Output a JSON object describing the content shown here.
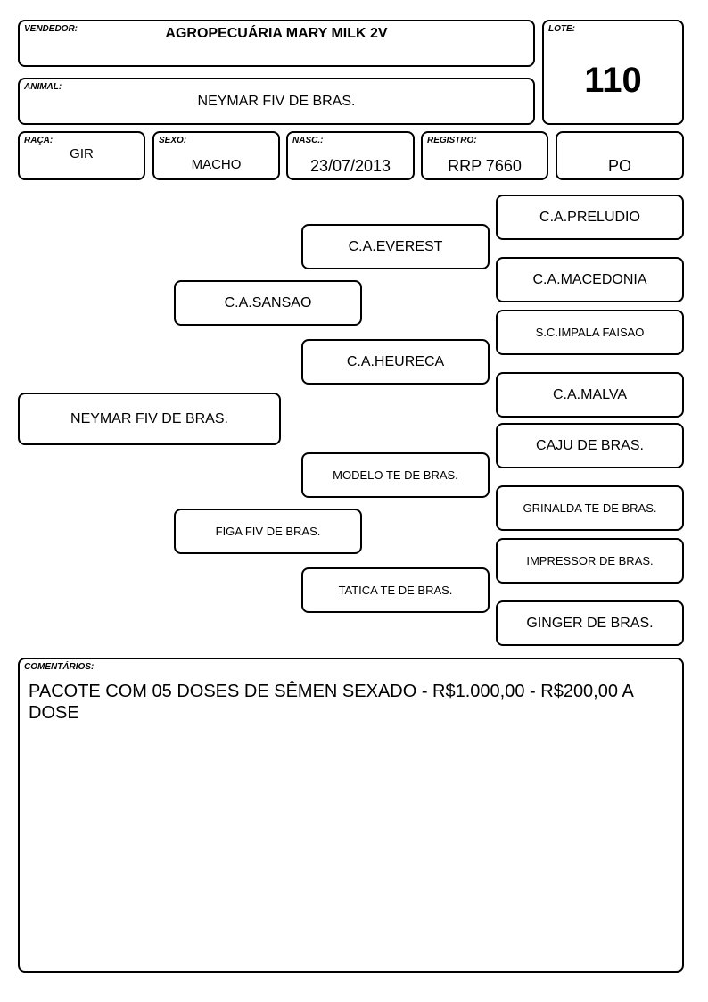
{
  "header": {
    "vendedor_label": "VENDEDOR:",
    "vendedor": "AGROPECUÁRIA MARY MILK 2V",
    "animal_label": "ANIMAL:",
    "animal": "NEYMAR FIV DE BRAS.",
    "lote_label": "LOTE:",
    "lote": "110"
  },
  "info": {
    "raca_label": "RAÇA:",
    "raca": "GIR",
    "sexo_label": "SEXO:",
    "sexo": "MACHO",
    "nasc_label": "NASC.:",
    "nasc": "23/07/2013",
    "registro_label": "REGISTRO:",
    "registro": "RRP 7660",
    "categoria": "PO"
  },
  "pedigree": {
    "animal": "NEYMAR FIV DE BRAS.",
    "pai": "C.A.SANSAO",
    "mae": "FIGA FIV DE BRAS.",
    "avo_paterno": "C.A.EVEREST",
    "avo_paterna": "C.A.HEURECA",
    "avo_materno": "MODELO TE DE BRAS.",
    "avo_materna": "TATICA TE DE BRAS.",
    "bisavos": [
      "C.A.PRELUDIO",
      "C.A.MACEDONIA",
      "S.C.IMPALA FAISAO",
      "C.A.MALVA",
      "CAJU DE BRAS.",
      "GRINALDA TE DE BRAS.",
      "IMPRESSOR DE BRAS.",
      "GINGER DE BRAS."
    ]
  },
  "comments": {
    "label": "COMENTÁRIOS:",
    "text": "PACOTE COM 05 DOSES DE SÊMEN SEXADO - R$1.000,00 - R$200,00 A DOSE"
  }
}
